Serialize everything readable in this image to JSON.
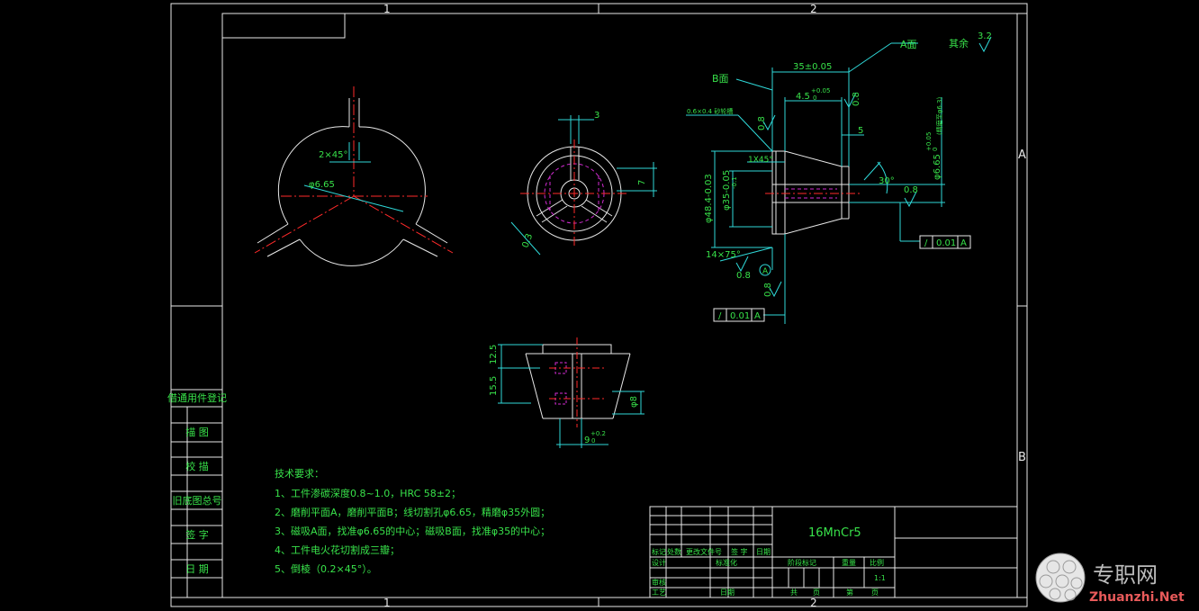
{
  "frame": {
    "zone_top_1": "1",
    "zone_top_2": "2",
    "zone_bottom_1": "1",
    "zone_bottom_2": "2",
    "zone_right_a": "A",
    "zone_right_b": "B"
  },
  "left_stamp": [
    "借通用件登记",
    "描 图",
    "校 描",
    "旧底图总号",
    "签 字",
    "日 期"
  ],
  "view1": {
    "chamfer": "2×45°",
    "diameter": "φ6.65"
  },
  "view2": {
    "dim_top": "3",
    "dim_right": "7",
    "dim_bottom": "0.3"
  },
  "view3": {
    "face_a": "A面",
    "face_b": "B面",
    "rest_roughness_label": "其余",
    "rest_roughness_value": "3.2",
    "dim_length": "35±0.05",
    "dim_step": "4.5",
    "dim_step_tol": "+0.05",
    "dim_step_tol2": "0",
    "roughness_right_top": "0.8",
    "note_left": "0.6×0.4 砂轮槽",
    "roughness_a": "0.8",
    "dim_5": "5",
    "chamfer_1x45": "1X45°",
    "angle_30": "30°",
    "roughness_b": "0.8",
    "dim_d48": "φ48.4-0.03",
    "dim_d35": "φ35-0.05",
    "dim_d35_tol": "-0.1",
    "dim_d665": "φ6.65",
    "dim_d665_tol": "+0.05",
    "dim_d665_tol2": "0",
    "dim_d665_note": "(精磨至φ6.3)",
    "dim_14x75": "14×75°",
    "roughness_c": "0.8",
    "roughness_d": "0.8",
    "datum_letter": "A",
    "tol1_symbol": "/",
    "tol1_value": "0.01",
    "tol1_datum": "A",
    "tol2_symbol": "/",
    "tol2_value": "0.01",
    "tol2_datum": "A"
  },
  "view4": {
    "dim_125": "12.5",
    "dim_155": "15.5",
    "dim_8": "φ8",
    "dim_9": "9",
    "dim_9_tol": "+0.2",
    "dim_9_tol2": "0"
  },
  "notes": {
    "title": "技术要求：",
    "items": [
      "1、工件渗碳深度0.8~1.0，HRC 58±2；",
      "2、磨削平面A，磨削平面B；线切割孔φ6.65，精磨φ35外圆；",
      "3、磁吸A面，找准φ6.65的中心；磁吸B面，找准φ35的中心；",
      "4、工件电火花切割成三瓣；",
      "5、倒棱（0.2×45°）。"
    ]
  },
  "title_block": {
    "material": "16MnCr5",
    "hdr_cells": [
      "标记",
      "处数",
      "更改文件号",
      "签 字",
      "日期"
    ],
    "design": "设计",
    "standardize": "标准化",
    "review": "审核",
    "process": "工艺",
    "date": "日期",
    "stage_mark": "阶段标记",
    "weight": "重量",
    "scale": "比例",
    "scale_value": "1:1",
    "total": "共",
    "sheet": "页",
    "page": "第",
    "page_unit": "页"
  },
  "watermark": {
    "cn": "专职网",
    "en": "Zhuanzhi.Net"
  },
  "colors": {
    "background": "#000000",
    "frame": "#e8e8e8",
    "text": "#38e24a",
    "center_line": "#ff2a2a",
    "hidden_line": "#d22cd2",
    "dimension": "#2fd9d9"
  }
}
